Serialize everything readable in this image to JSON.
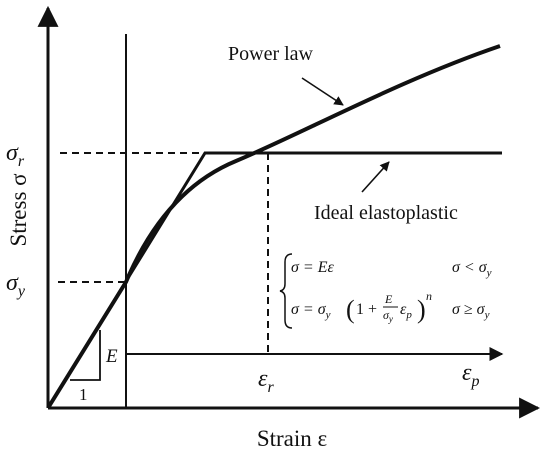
{
  "labels": {
    "y_axis": "Stress σ",
    "x_axis": "Strain ε",
    "power_law": "Power law",
    "ideal": "Ideal elastoplastic",
    "sigma_r": "σ",
    "sigma_r_sub": "r",
    "sigma_y": "σ",
    "sigma_y_sub": "y",
    "eps_r": "ε",
    "eps_r_sub": "r",
    "eps_p": "ε",
    "eps_p_sub": "p",
    "E": "E",
    "one": "1"
  },
  "equations": {
    "eq1_left": "σ = Eε",
    "eq1_cond": "σ < σ",
    "eq1_cond_sub": "y",
    "eq2_a": "σ = σ",
    "eq2_a_sub": "y",
    "eq2_paren_open": "(",
    "eq2_one_plus": "1 +",
    "eq2_frac_num": "E",
    "eq2_frac_den": "σ",
    "eq2_frac_den_sub": "y",
    "eq2_eps": "ε",
    "eq2_eps_sub": "p",
    "eq2_paren_close": ")",
    "eq2_exp": "n",
    "eq2_cond": "σ ≥ σ",
    "eq2_cond_sub": "y"
  }
}
